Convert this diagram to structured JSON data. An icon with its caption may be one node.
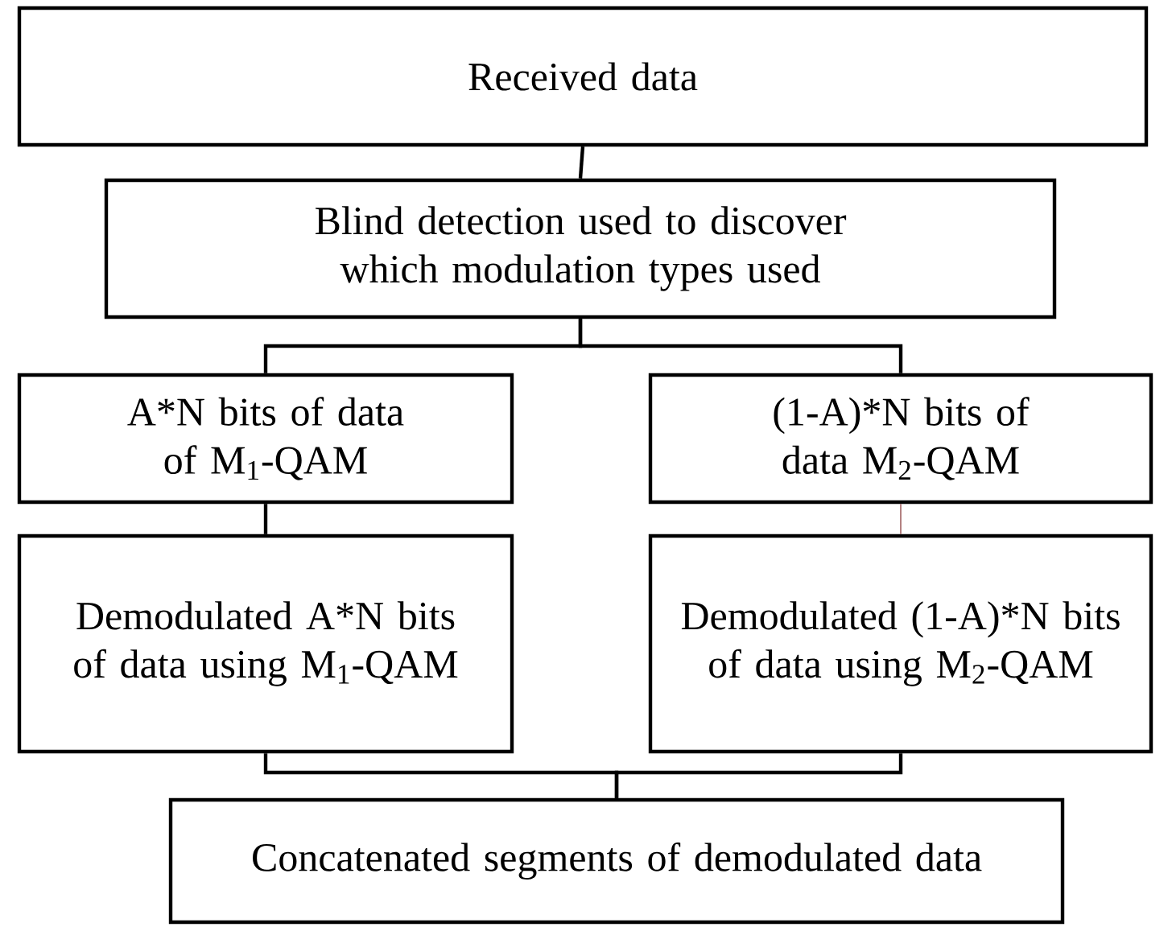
{
  "diagram": {
    "nodes": [
      {
        "text": [
          "Received data"
        ]
      },
      {
        "text": [
          "Blind detection used to discover which modulation types used"
        ]
      },
      {
        "text": [
          "A*N bits of data of M$_{1}$-QAM"
        ]
      },
      {
        "text": [
          "(1-A)*N bits of data M$_{2}$-QAM"
        ]
      },
      {
        "text": [
          "Demodulated A*N bits of data using M$_{1}$-QAM"
        ]
      },
      {
        "text": [
          "Demodulated (1-A)*N bits of data using M$_{2}$-QAM"
        ]
      },
      {
        "text": [
          "Concatenated segments of demodulated data"
        ]
      }
    ],
    "edges": [
      {
        "from": 0,
        "to": 1,
        "arrow": "none"
      },
      {
        "from": 1,
        "to": 2,
        "arrow": "none"
      },
      {
        "from": 1,
        "to": 3,
        "arrow": "none"
      },
      {
        "from": 2,
        "to": 4,
        "arrow": "none"
      },
      {
        "from": 3,
        "to": 5,
        "arrow": "none",
        "color": "#a06060"
      },
      {
        "from": 4,
        "to": 6,
        "arrow": "none"
      },
      {
        "from": 5,
        "to": 6,
        "arrow": "none"
      }
    ]
  }
}
